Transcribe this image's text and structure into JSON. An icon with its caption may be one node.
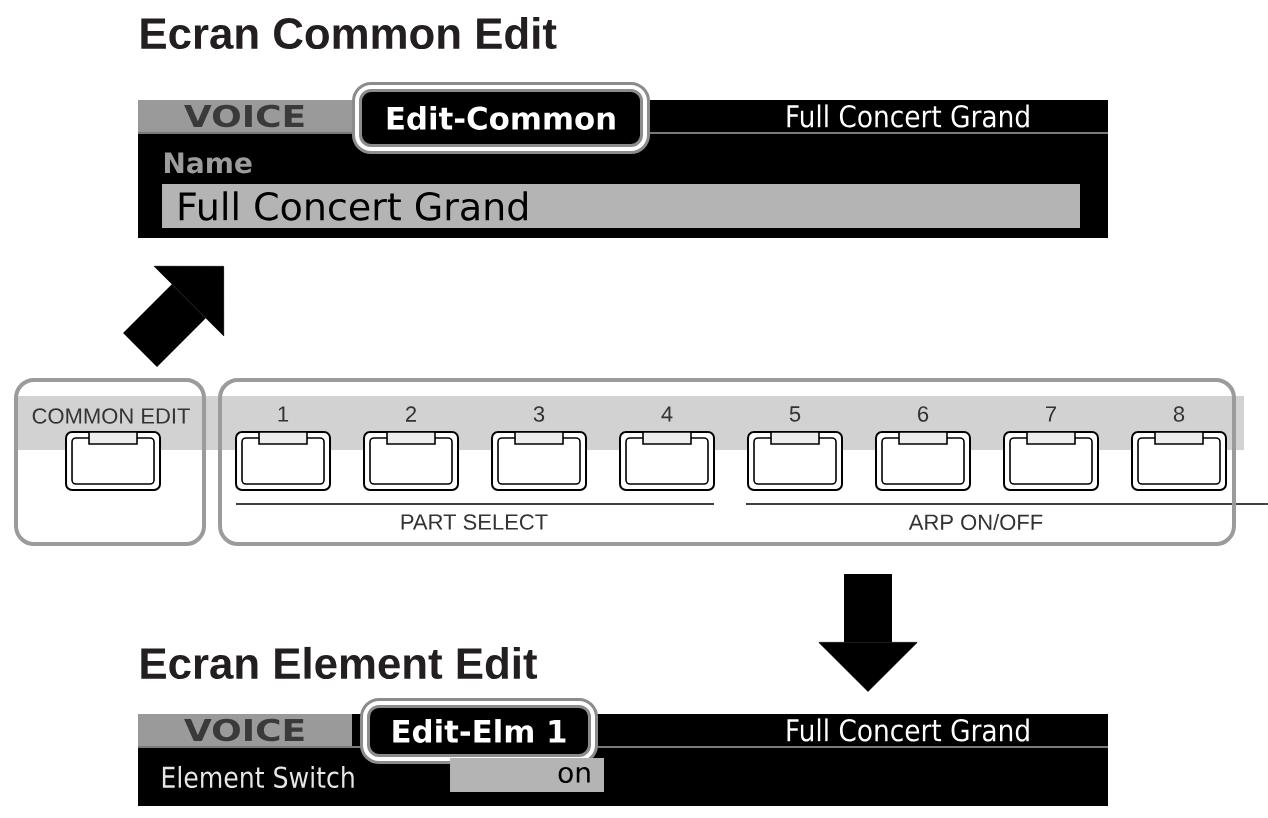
{
  "diagram": {
    "nodes": [
      {
        "text": [
          "Ecran Common Edit",
          "Full Concert Grand",
          "Name"
        ]
      },
      {
        "text": [
          "VOICE"
        ],
        "in": 0
      },
      {
        "text": [
          "Edit-Common"
        ],
        "in": 0
      },
      {
        "text": [
          "Full Concert Grand"
        ],
        "in": 0
      },
      {
        "text": [
          "COMMON EDIT"
        ]
      },
      {
        "text": [
          "1",
          "2",
          "3",
          "4",
          "5",
          "6",
          "7",
          "8",
          "PART SELECT",
          "ARP ON/OFF"
        ]
      },
      {
        "text": [
          "Ecran Element Edit",
          "Full Concert Grand",
          "Element Switch"
        ]
      },
      {
        "text": [
          "VOICE"
        ],
        "in": 6
      },
      {
        "text": [
          "Edit-Elm 1"
        ],
        "in": 6
      },
      {
        "text": [
          "on"
        ],
        "in": 6
      }
    ],
    "edges": [
      {
        "from": 4,
        "to": 0,
        "arrow": "to"
      },
      {
        "from": 5,
        "to": 6,
        "arrow": "to"
      }
    ]
  }
}
